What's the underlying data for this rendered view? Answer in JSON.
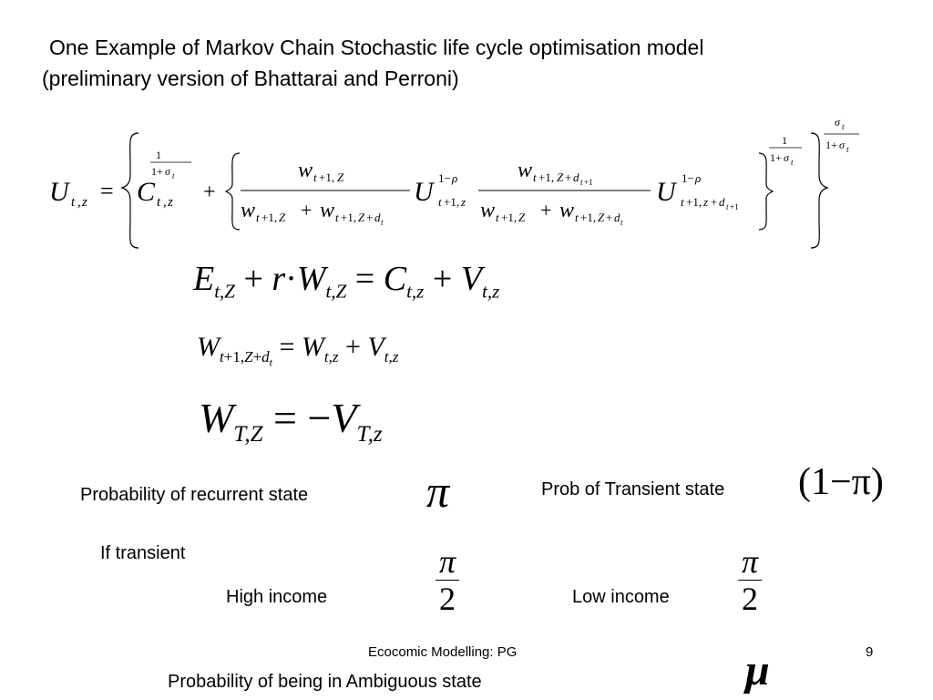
{
  "title": {
    "line1": "One Example of Markov Chain Stochastic life cycle optimisation model",
    "line2": "(preliminary version of Bhattarai and Perroni)"
  },
  "labels": {
    "recurrent": "Probability of recurrent state",
    "transient": "Prob of Transient state",
    "if_transient": "If transient",
    "high_income": "High income",
    "low_income": "Low  income",
    "ambiguous": "Probability of being in Ambiguous state"
  },
  "symbols": {
    "pi": "π",
    "one_minus_pi": "1−π",
    "pi_over_two_num": "π",
    "pi_over_two_den": "2",
    "mu": "μ"
  },
  "footer": {
    "center": "Ecocomic Modelling: PG",
    "page_number": "9"
  }
}
